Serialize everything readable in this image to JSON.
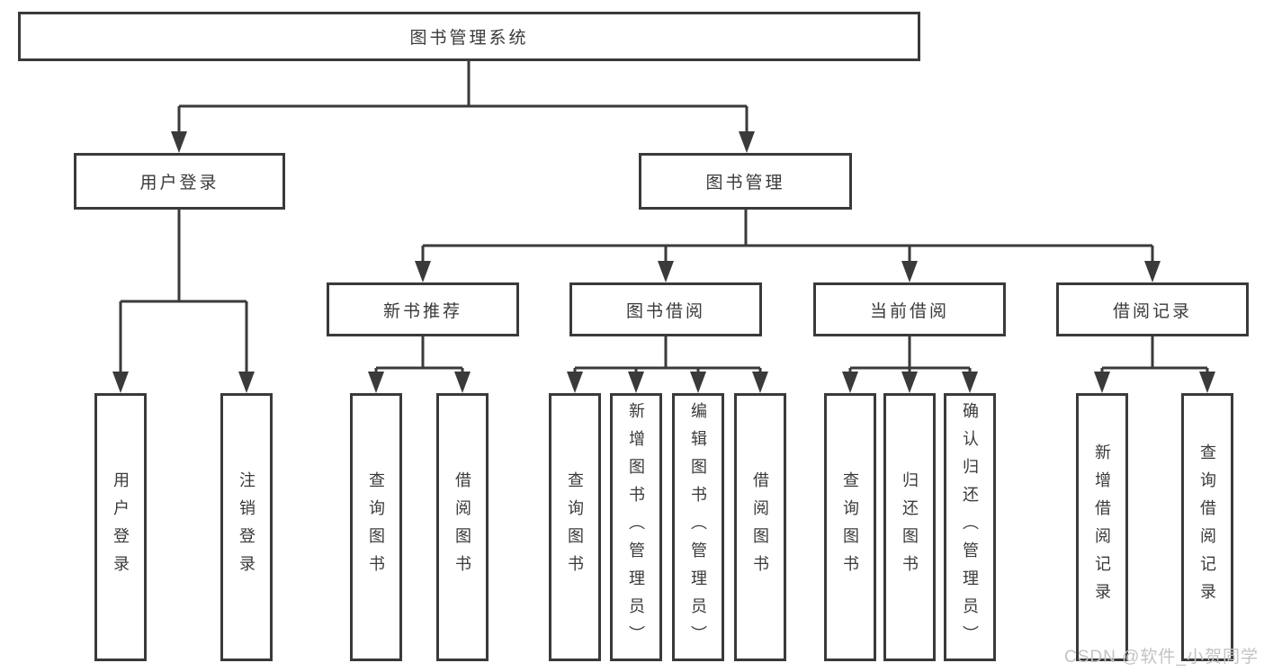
{
  "page": {
    "background": "#ffffff"
  },
  "colors": {
    "line": "#3a3a3a",
    "box_border": "#3a3a3a",
    "box_fill": "#ffffff",
    "text": "#3a3a3a",
    "watermark": "#c3c3c3"
  },
  "tree": {
    "root": {
      "label": "图书管理系统"
    },
    "branches": [
      {
        "label": "用户登录",
        "children": [
          {
            "label": "用户登录"
          },
          {
            "label": "注销登录"
          }
        ]
      },
      {
        "label": "图书管理",
        "sections": [
          {
            "label": "新书推荐",
            "children": [
              {
                "label": "查询图书"
              },
              {
                "label": "借阅图书"
              }
            ]
          },
          {
            "label": "图书借阅",
            "children": [
              {
                "label": "查询图书"
              },
              {
                "label": "新增图书（管理员）"
              },
              {
                "label": "编辑图书（管理员）"
              },
              {
                "label": "借阅图书"
              }
            ]
          },
          {
            "label": "当前借阅",
            "children": [
              {
                "label": "查询图书"
              },
              {
                "label": "归还图书"
              },
              {
                "label": "确认归还（管理员）"
              }
            ]
          },
          {
            "label": "借阅记录",
            "children": [
              {
                "label": "新增借阅记录"
              },
              {
                "label": "查询借阅记录"
              }
            ]
          }
        ]
      }
    ]
  },
  "watermark": {
    "text": "CSDN @软件_小贺同学"
  }
}
